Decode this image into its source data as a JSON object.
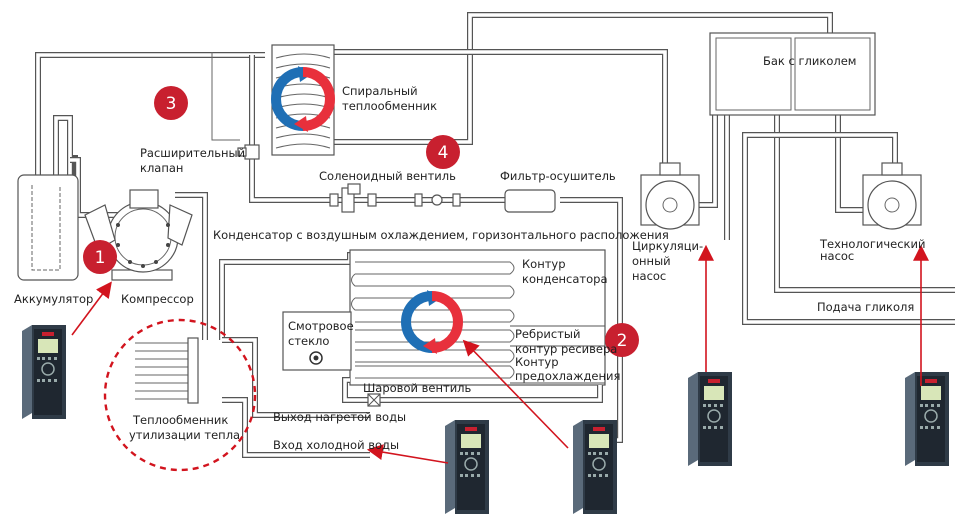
{
  "colors": {
    "badge": "#c8202f",
    "arrow_red": "#d2141e",
    "flow_blue": "#1f6fb5",
    "flow_red": "#e8303c",
    "pipe": "#555555",
    "drive_body": "#3a4a5a"
  },
  "badges": [
    {
      "number": "1"
    },
    {
      "number": "2"
    },
    {
      "number": "3"
    },
    {
      "number": "4"
    }
  ],
  "labels": {
    "expansion_valve": [
      "Расширительный",
      "клапан"
    ],
    "spiral_hx": [
      "Спиральный",
      "теплообменник"
    ],
    "glycol_tank": "Бак с гликолем",
    "solenoid_valve": "Соленоидный вентиль",
    "filter_dryer": "Фильтр-осушитель",
    "condenser_title": "Конденсатор с воздушным охлаждением, горизонтального расположения",
    "accumulator": "Аккумулятор",
    "compressor": "Компрессор",
    "circulation_pump": [
      "Циркуляци-",
      "онный",
      "насос"
    ],
    "process_pump": [
      "Технологический",
      "насос"
    ],
    "condenser_circuit": [
      "Контур",
      "конденсатора"
    ],
    "sight_glass": [
      "Смотровое",
      "стекло"
    ],
    "finned_receiver": [
      "Ребристый",
      "контур ресивера"
    ],
    "subcool_circuit": [
      "Контур",
      "предохлаждения"
    ],
    "ball_valve": "Шаровой вентиль",
    "glycol_supply": "Подача гликоля",
    "heat_recovery_hx": [
      "Теплообменник",
      "утилизации тепла"
    ],
    "hot_water_out": "Выход нагретой воды",
    "cold_water_in": "Вход холодной воды"
  },
  "icons": {
    "flow_cycle": "circular-heat-exchange-arrows",
    "drive": "variable-frequency-drive",
    "pump": "centrifugal-pump",
    "compressor": "reciprocating-compressor"
  }
}
